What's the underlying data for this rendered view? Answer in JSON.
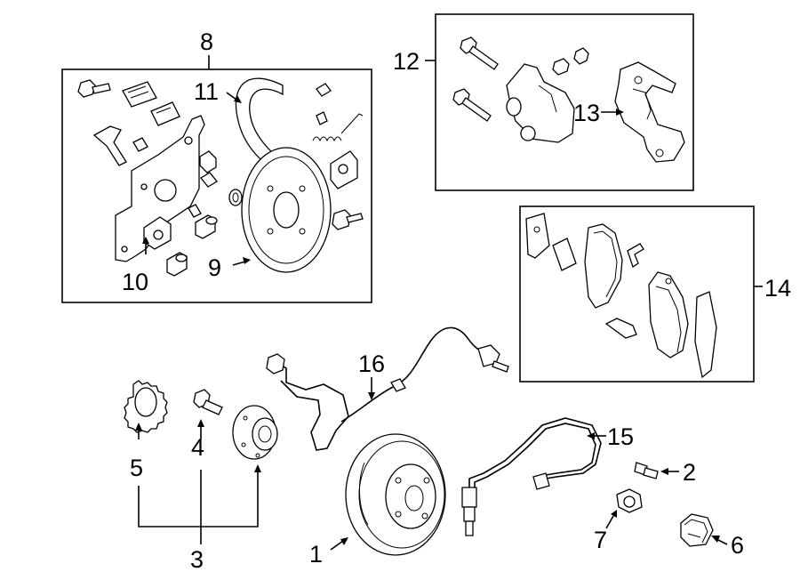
{
  "callouts": {
    "c1": "1",
    "c2": "2",
    "c3": "3",
    "c4": "4",
    "c5": "5",
    "c6": "6",
    "c7": "7",
    "c8": "8",
    "c9": "9",
    "c10": "10",
    "c11": "11",
    "c12": "12",
    "c13": "13",
    "c14": "14",
    "c15": "15",
    "c16": "16"
  },
  "parts": {
    "p1": "brake-rotor",
    "p2": "rotor-screw",
    "p3": "hub-assembly-group",
    "p4": "hub-bolt",
    "p5": "abs-tone-ring",
    "p6": "dust-cap",
    "p7": "axle-nut",
    "p8": "parking-brake-assembly",
    "p9": "backing-plate",
    "p10": "adjuster",
    "p11": "parking-brake-shoe",
    "p12": "caliper-assembly",
    "p13": "caliper-support",
    "p14": "brake-pad-set",
    "p15": "brake-hose",
    "p16": "abs-sensor-wire"
  }
}
